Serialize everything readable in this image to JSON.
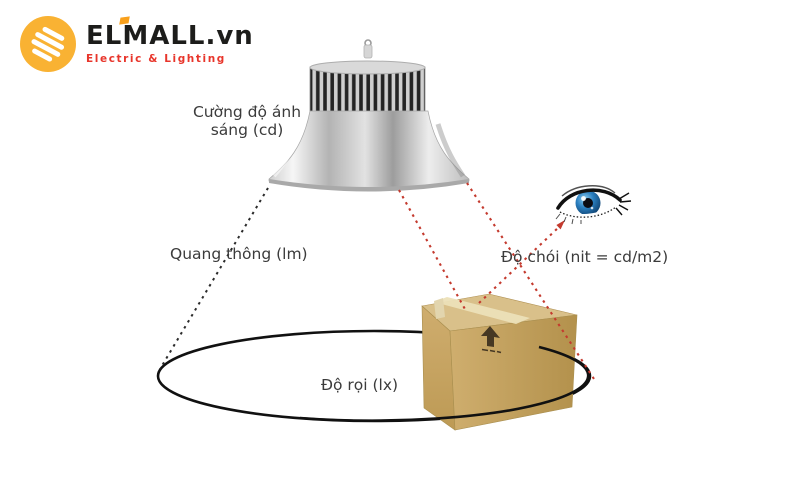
{
  "logo": {
    "brand": "ELMALL",
    "domain": ".vn",
    "tagline": "Electric & Lighting",
    "icon_color": "#F9B233",
    "accent_color": "#F9A01B",
    "tagline_color": "#E8352B"
  },
  "diagram": {
    "labels": {
      "intensity_line1": "Cường độ ánh",
      "intensity_line2": "sáng (cd)",
      "flux": "Quang thông (lm)",
      "luminance": "Độ chói (nit = cd/m2)",
      "illuminance": "Độ rọi (lx)"
    },
    "colors": {
      "label_text": "#3b3b3b",
      "red_dotted_line": "#c43a2e",
      "black_dotted_line": "#2b2b2b",
      "floor_ellipse_stroke": "#111111",
      "box_top": "#d9c08a",
      "box_left": "#c8a765",
      "box_right": "#c3a05c",
      "eye_iris": "#2a7fc0"
    }
  }
}
